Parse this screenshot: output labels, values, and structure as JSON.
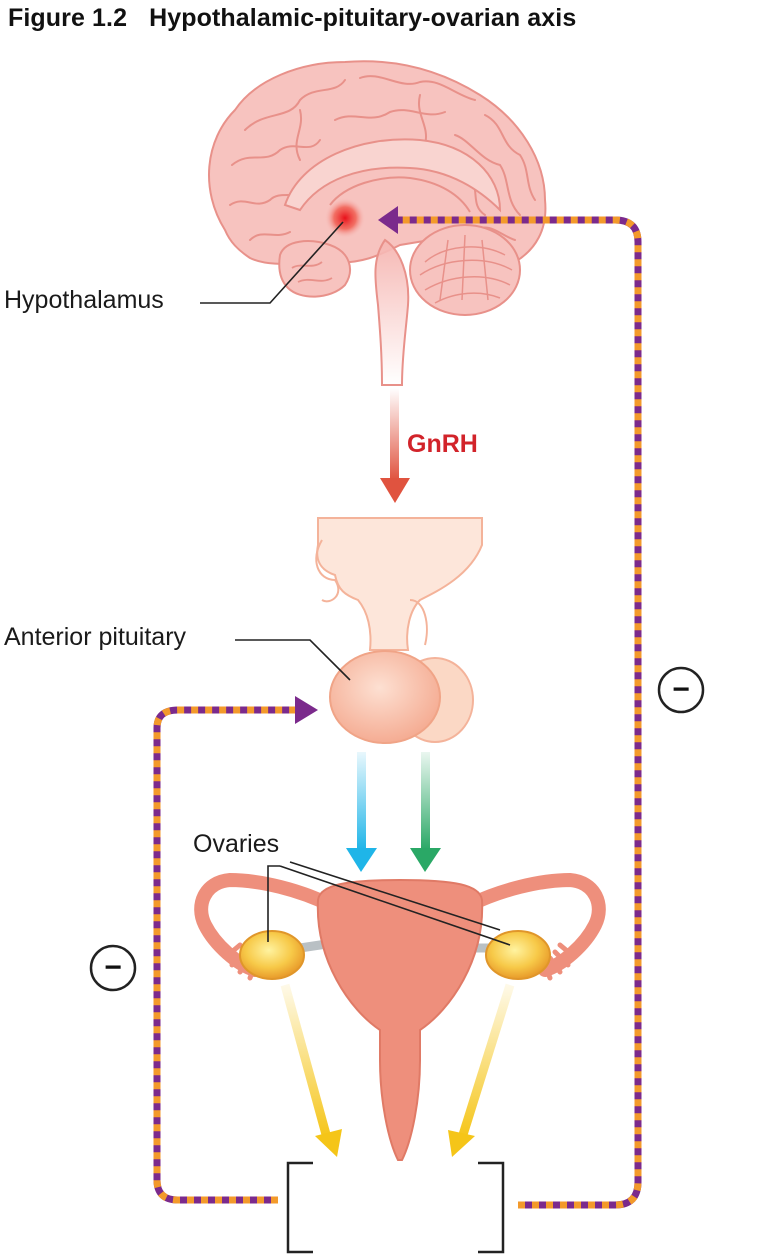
{
  "figure": {
    "number": "Figure 1.2",
    "title": "Hypothalamic-pituitary-ovarian axis"
  },
  "labels": {
    "hypothalamus": "Hypothalamus",
    "anterior_pituitary": "Anterior pituitary",
    "ovaries": "Ovaries",
    "gnrh": "GnRH"
  },
  "feedback": {
    "left_symbol": "−",
    "right_symbol": "−"
  },
  "colors": {
    "gnrh_arrow": "#e0533f",
    "fsh_arrow": "#1fb5e8",
    "lh_arrow": "#2aa866",
    "ovary_output_arrow": "#f5c518",
    "feedback_purple": "#7b2a8c",
    "feedback_orange": "#f39a2b",
    "tissue_pink": "#f6b8b4",
    "uterus": "#ee8f7c"
  }
}
